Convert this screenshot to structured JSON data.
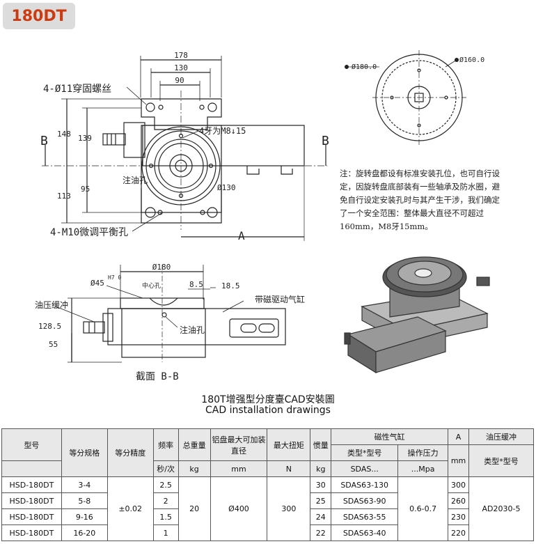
{
  "badge": "180DT",
  "drawing": {
    "dim_178": "178",
    "dim_130": "130",
    "dim_90": "90",
    "bolt_label": "4-Ø11穿固螺丝",
    "b_left": "B",
    "b_right": "B",
    "dim_148": "148",
    "dim_139": "139",
    "dim_113": "113",
    "dim_95": "95",
    "dim_m8": "4牙为M8↓15",
    "oil_hole": "注油孔",
    "dim_d130": "Ø130",
    "m10_label": "4-M10微调平衡孔",
    "dim_a": "A",
    "circle_d180": "Ø180.0",
    "circle_d160": "Ø160.0",
    "section_d180": "Ø180",
    "section_d45": "Ø45",
    "tol_h7": "H7 0",
    "center_hole": "中心孔",
    "dim_85": "8.5",
    "dim_185": "18.5",
    "cylinder_label": "带磁驱动气缸",
    "oil_pipe": "油压缓冲",
    "dim_1285": "128.5",
    "dim_55": "55",
    "oil_hole2": "注油孔",
    "section_label": "截面 B-B"
  },
  "note": "注：旋转盘都设有标准安装孔位，也可自行设定，因旋转盘底部装有一些轴承及防水圈，避免自行设定安装孔时与其产生干涉，我们确定了一个安全范围：整体最大直径不可超过160mm，M8牙15mm。",
  "caption": {
    "zh": "180T增强型分度臺CAD安裝圖",
    "en": "CAD installation drawings"
  },
  "table": {
    "headers": {
      "model": "型号",
      "division": "等分规格",
      "precision": "等分精度",
      "freq": "频率",
      "weight": "总重量",
      "max_disc": "铝盘最大可加装直径",
      "torque": "最大扭矩",
      "inertia": "惯量",
      "cylinder": "磁性气缸",
      "cyl_model": "类型*型号",
      "pressure": "操作压力",
      "a": "A",
      "buffer": "油压缓冲",
      "buffer_model": "类型*型号"
    },
    "units": {
      "freq": "秒/次",
      "weight": "kg",
      "max_disc": "mm",
      "torque": "N",
      "inertia": "kg",
      "cyl_model": "SDAS...",
      "pressure": "...Mpa",
      "a": "mm"
    },
    "shared": {
      "precision": "±0.02",
      "weight": "20",
      "max_disc": "Ø400",
      "torque": "300",
      "pressure": "0.6-0.7",
      "buffer_model": "AD2030-5"
    },
    "rows": [
      {
        "model": "HSD-180DT",
        "division": "3-4",
        "freq": "2.5",
        "inertia": "30",
        "cyl": "SDAS63-130",
        "a": "300"
      },
      {
        "model": "HSD-180DT",
        "division": "5-8",
        "freq": "2",
        "inertia": "25",
        "cyl": "SDAS63-90",
        "a": "260"
      },
      {
        "model": "HSD-180DT",
        "division": "9-16",
        "freq": "1.5",
        "inertia": "24",
        "cyl": "SDAS63-55",
        "a": "230"
      },
      {
        "model": "HSD-180DT",
        "division": "16-20",
        "freq": "1",
        "inertia": "22",
        "cyl": "SDAS63-40",
        "a": "220"
      }
    ]
  }
}
